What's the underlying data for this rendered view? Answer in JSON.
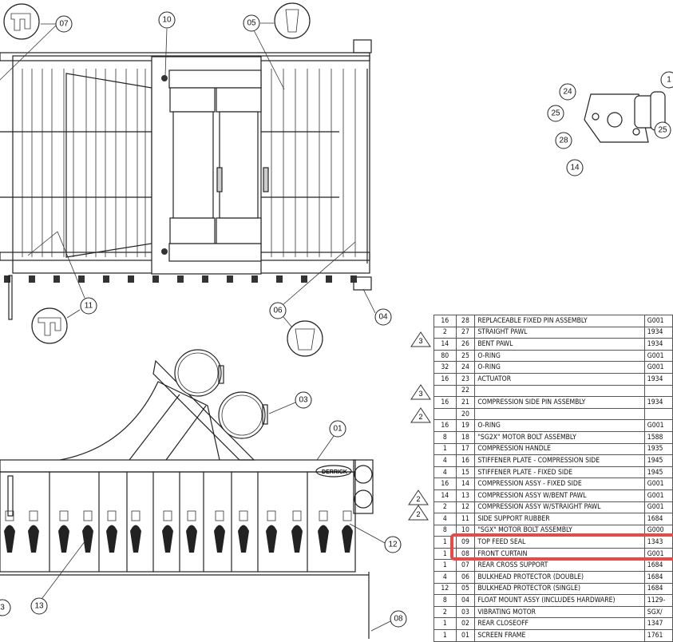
{
  "colors": {
    "line": "#222222",
    "highlight": "#e84a4a"
  },
  "balloons": {
    "b07": "07",
    "b10": "10",
    "b05": "05",
    "b11": "11",
    "b06": "06",
    "b04": "04",
    "b03": "03",
    "b01": "01",
    "b12": "12",
    "b13": "13",
    "b3": "3",
    "b08": "08",
    "b24": "24",
    "b25a": "25",
    "b28": "28",
    "b14": "14",
    "b25b": "25",
    "b1": "1"
  },
  "logo_text": "DERRICK",
  "revisions": [
    "3",
    "3",
    "2",
    "2",
    "2"
  ],
  "bom": [
    {
      "qty": "16",
      "item": "28",
      "description": "REPLACEABLE FIXED PIN ASSEMBLY",
      "part": "G001"
    },
    {
      "qty": "2",
      "item": "27",
      "description": "STRAIGHT PAWL",
      "part": "1934"
    },
    {
      "qty": "14",
      "item": "26",
      "description": "BENT PAWL",
      "part": "1934"
    },
    {
      "qty": "80",
      "item": "25",
      "description": "O-RING",
      "part": "G001"
    },
    {
      "qty": "32",
      "item": "24",
      "description": "O-RING",
      "part": "G001"
    },
    {
      "qty": "16",
      "item": "23",
      "description": "ACTUATOR",
      "part": "1934"
    },
    {
      "qty": "",
      "item": "22",
      "description": "",
      "part": ""
    },
    {
      "qty": "16",
      "item": "21",
      "description": "COMPRESSION SIDE PIN ASSEMBLY",
      "part": "1934"
    },
    {
      "qty": "",
      "item": "20",
      "description": "",
      "part": ""
    },
    {
      "qty": "16",
      "item": "19",
      "description": "O-RING",
      "part": "G001"
    },
    {
      "qty": "8",
      "item": "18",
      "description": "\"SG2X\" MOTOR BOLT ASSEMBLY",
      "part": "1588"
    },
    {
      "qty": "1",
      "item": "17",
      "description": "COMPRESSION HANDLE",
      "part": "1935"
    },
    {
      "qty": "4",
      "item": "16",
      "description": "STIFFENER PLATE - COMPRESSION SIDE",
      "part": "1945"
    },
    {
      "qty": "4",
      "item": "15",
      "description": "STIFFENER PLATE - FIXED SIDE",
      "part": "1945"
    },
    {
      "qty": "16",
      "item": "14",
      "description": "COMPRESSION ASSY - FIXED SIDE",
      "part": "G001"
    },
    {
      "qty": "14",
      "item": "13",
      "description": "COMPRESSION ASSY W/BENT PAWL",
      "part": "G001"
    },
    {
      "qty": "2",
      "item": "12",
      "description": "COMPRESSION ASSY W/STRAIGHT PAWL",
      "part": "G001"
    },
    {
      "qty": "4",
      "item": "11",
      "description": "SIDE SUPPORT RUBBER",
      "part": "1684"
    },
    {
      "qty": "8",
      "item": "10",
      "description": "\"SGX\" MOTOR BOLT ASSEMBLY",
      "part": "G000"
    },
    {
      "qty": "1",
      "item": "09",
      "description": "TOP FEED SEAL",
      "part": "1343"
    },
    {
      "qty": "1",
      "item": "08",
      "description": "FRONT CURTAIN",
      "part": "G001"
    },
    {
      "qty": "1",
      "item": "07",
      "description": "REAR CROSS SUPPORT",
      "part": "1684"
    },
    {
      "qty": "4",
      "item": "06",
      "description": "BULKHEAD PROTECTOR (DOUBLE)",
      "part": "1684"
    },
    {
      "qty": "12",
      "item": "05",
      "description": "BULKHEAD PROTECTOR (SINGLE)",
      "part": "1684"
    },
    {
      "qty": "8",
      "item": "04",
      "description": "FLOAT MOUNT ASSY (INCLUDES HARDWARE)",
      "part": "1129-"
    },
    {
      "qty": "2",
      "item": "03",
      "description": "VIBRATING MOTOR",
      "part": "SGX/"
    },
    {
      "qty": "1",
      "item": "02",
      "description": "REAR CLOSEOFF",
      "part": "1347"
    },
    {
      "qty": "1",
      "item": "01",
      "description": "SCREEN FRAME",
      "part": "1761"
    }
  ]
}
